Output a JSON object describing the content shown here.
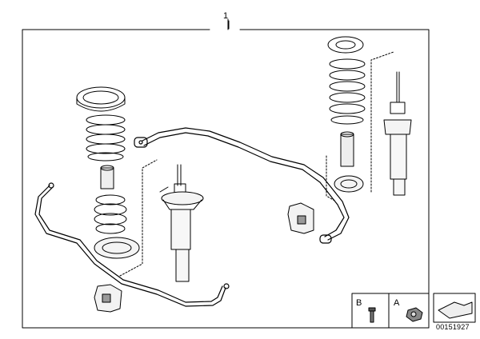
{
  "diagram": {
    "reference_label": "1",
    "legend": {
      "label_b": "B",
      "label_a": "A"
    },
    "catalog_number": "00151927"
  },
  "colors": {
    "line": "#000000",
    "background": "#ffffff"
  },
  "icons": [
    "bolt-icon",
    "nut-icon",
    "corner-fold-icon"
  ]
}
